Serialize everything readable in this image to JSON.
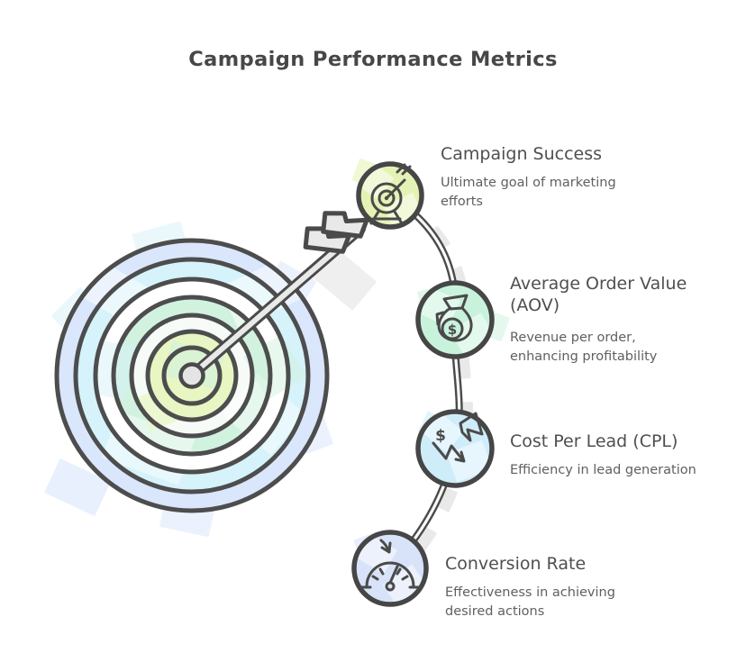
{
  "title": "Campaign Performance Metrics",
  "milestones": [
    {
      "icon": "target-dart-icon",
      "circle_color": "#e4f3b5",
      "label_lines": [
        "Campaign Success"
      ],
      "description_lines": [
        "Ultimate goal of marketing",
        "efforts"
      ]
    },
    {
      "icon": "money-bag-icon",
      "circle_color": "#c9f2dc",
      "label_lines": [
        "Average Order Value",
        "(AOV)"
      ],
      "description_lines": [
        "Revenue per order,",
        "enhancing profitability"
      ]
    },
    {
      "icon": "dollar-megaphone-decline-icon",
      "circle_color": "#cfecf9",
      "label_lines": [
        "Cost Per Lead (CPL)"
      ],
      "description_lines": [
        "Efficiency in lead generation"
      ]
    },
    {
      "icon": "gauge-down-arrow-icon",
      "circle_color": "#d8e2f8",
      "label_lines": [
        "Conversion Rate"
      ],
      "description_lines": [
        "Effectiveness in achieving",
        "desired actions"
      ]
    }
  ],
  "glyphs": {
    "dollar": "$"
  },
  "illustration": {
    "name": "bullseye-target-with-arrow",
    "outline_color": "#4a4a4a",
    "arrow_fill": "#e9e9e9",
    "connector_color": "#4a4a4a",
    "ring_colors": [
      "#dae6fb",
      "#d6f2fa",
      "#ffffff",
      "#d2f2e0",
      "#f6fbf8",
      "#e7f6c2"
    ]
  }
}
